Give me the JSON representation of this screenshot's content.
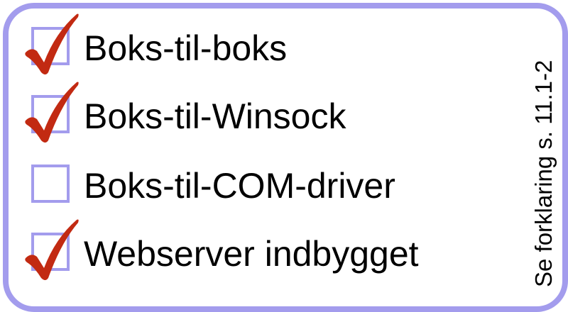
{
  "items": [
    {
      "label": "Boks-til-boks",
      "checked": true
    },
    {
      "label": "Boks-til-Winsock",
      "checked": true
    },
    {
      "label": "Boks-til-COM-driver",
      "checked": false
    },
    {
      "label": "Webserver indbygget",
      "checked": true
    }
  ],
  "side_note": "Se forklaring s. 11.1-2",
  "colors": {
    "border": "#a39ced",
    "check": "#c22a12"
  }
}
